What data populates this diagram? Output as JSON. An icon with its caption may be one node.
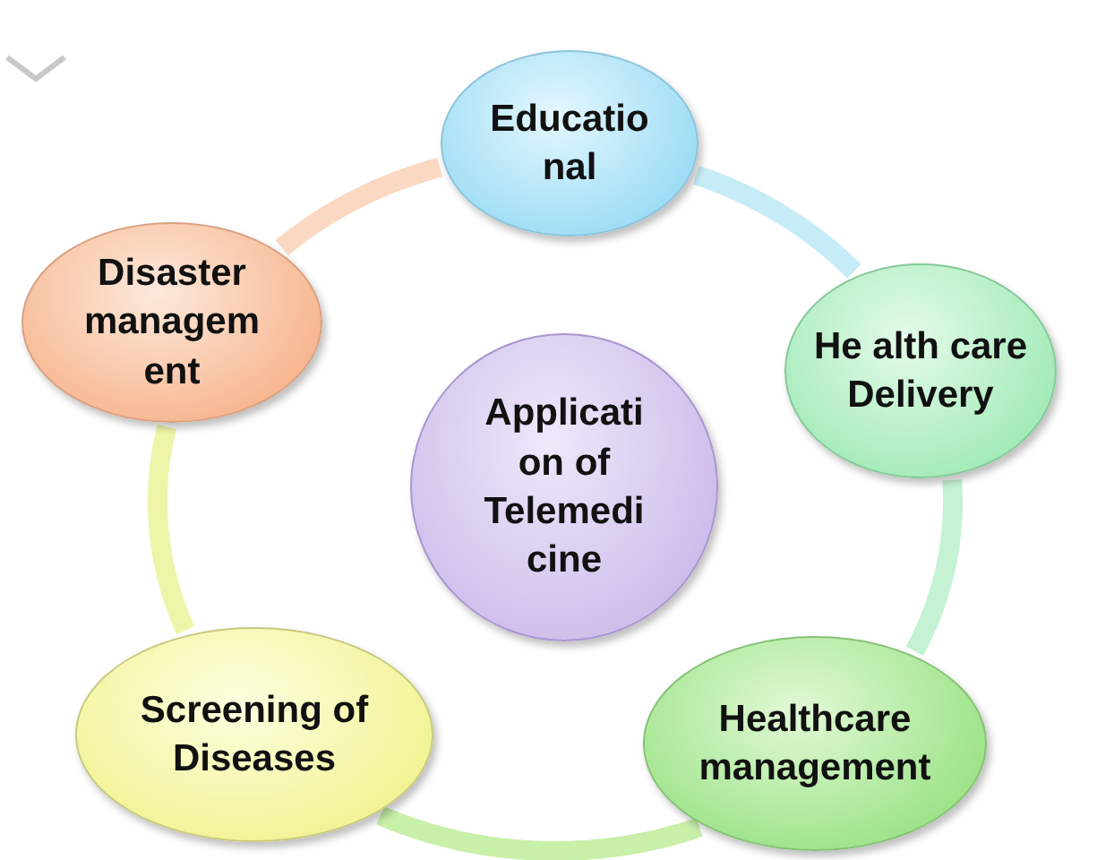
{
  "diagram": {
    "nodes": [
      {
        "text": [
          "Applicati on of Telemedi cine"
        ]
      },
      {
        "text": [
          "Educatio nal"
        ]
      },
      {
        "text": [
          "He alth care Delivery"
        ]
      },
      {
        "text": [
          "Healthcare management"
        ]
      },
      {
        "text": [
          "Screening of Diseases"
        ]
      },
      {
        "text": [
          "Disaster managem ent"
        ]
      }
    ],
    "edges": [
      {
        "from": 1,
        "to": 2,
        "arrow": "none",
        "color": "#c6ecf8"
      },
      {
        "from": 2,
        "to": 3,
        "arrow": "none",
        "color": "#c4f2d2"
      },
      {
        "from": 3,
        "to": 4,
        "arrow": "none",
        "color": "#c8f0a8"
      },
      {
        "from": 4,
        "to": 5,
        "arrow": "none",
        "color": "#eef5a8"
      },
      {
        "from": 5,
        "to": 1,
        "arrow": "none",
        "color": "#fbd8c2"
      }
    ]
  }
}
